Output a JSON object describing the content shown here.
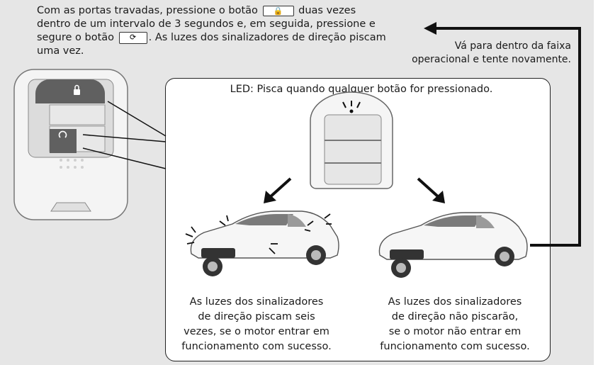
{
  "instruction": {
    "part1": "Com as portas travadas, pressione o botão",
    "part2": "duas vezes dentro de um intervalo de 3 segundos e, em seguida, pressione e segure o botão",
    "part3": ". As luzes dos sinalizadores de direção piscam uma vez."
  },
  "retry_text": {
    "line1": "Vá para dentro da faixa",
    "line2": "operacional e tente novamente."
  },
  "led_text": "LED: Pisca quando qualquer botão for pressionado.",
  "outcome_success": {
    "line1": "As luzes dos sinalizadores",
    "line2": "de direção piscam seis",
    "line3": "vezes, se o motor entrar em",
    "line4": "funcionamento com sucesso."
  },
  "outcome_failure": {
    "line1": "As luzes dos sinalizadores",
    "line2": "de direção não piscarão,",
    "line3": "se o motor não entrar em",
    "line4": "funcionamento com sucesso."
  },
  "icons": [
    "lock-icon",
    "remote-start-icon",
    "arrow-down-left-icon",
    "arrow-down-right-icon",
    "return-arrow-icon"
  ],
  "colors": {
    "panel": "#e6e6e6",
    "bubble": "#ffffff",
    "stroke": "#111111",
    "button_dark": "#555555"
  }
}
